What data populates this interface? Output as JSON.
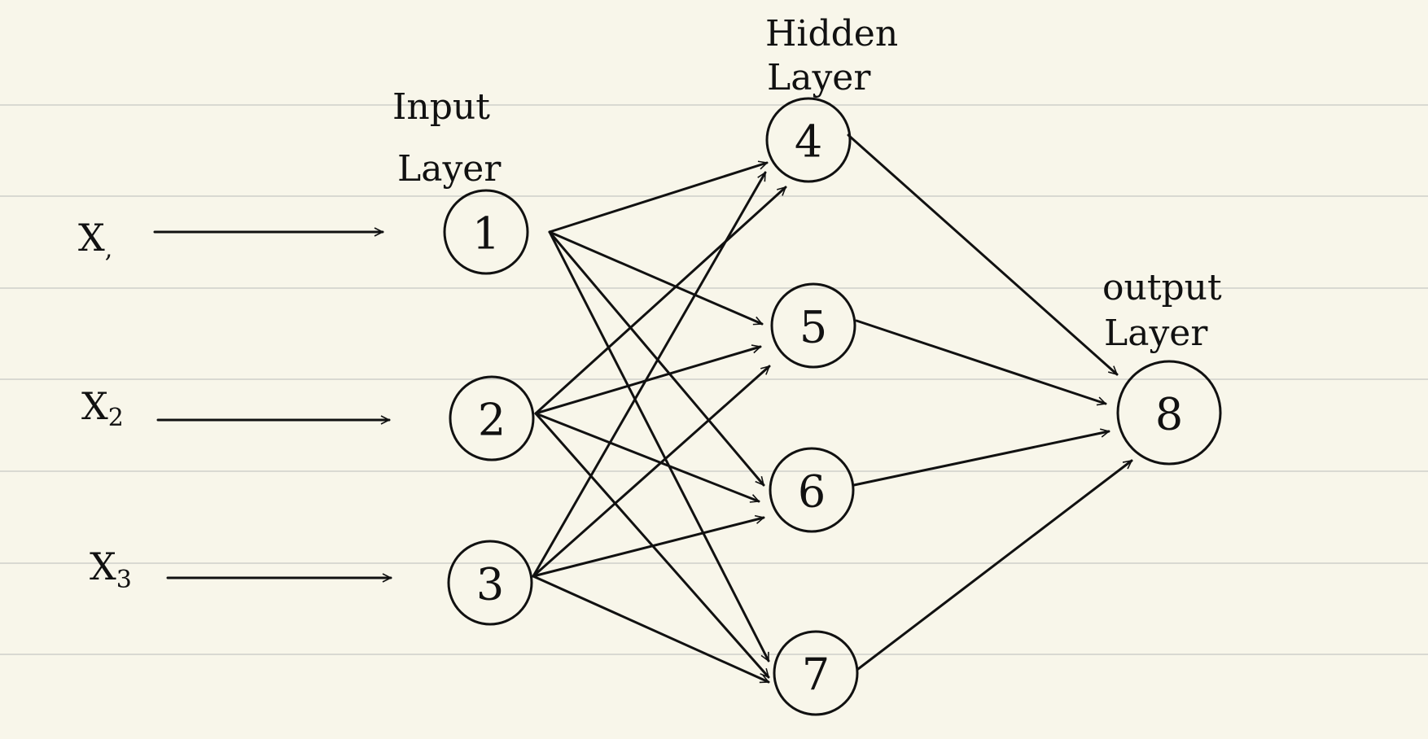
{
  "layers": {
    "input": [
      "Input",
      "Layer"
    ],
    "hidden": [
      "Hidden",
      "Layer"
    ],
    "output": [
      "output",
      "Layer"
    ]
  },
  "inputs": [
    {
      "letter": "X",
      "sub": ","
    },
    {
      "letter": "X",
      "sub": "2"
    },
    {
      "letter": "X",
      "sub": "3"
    }
  ],
  "nodes": [
    "1",
    "2",
    "3",
    "4",
    "5",
    "6",
    "7",
    "8"
  ],
  "colors": {
    "paper": "#f8f6ea",
    "ink": "#111111",
    "rule": "#d9d9d2"
  }
}
